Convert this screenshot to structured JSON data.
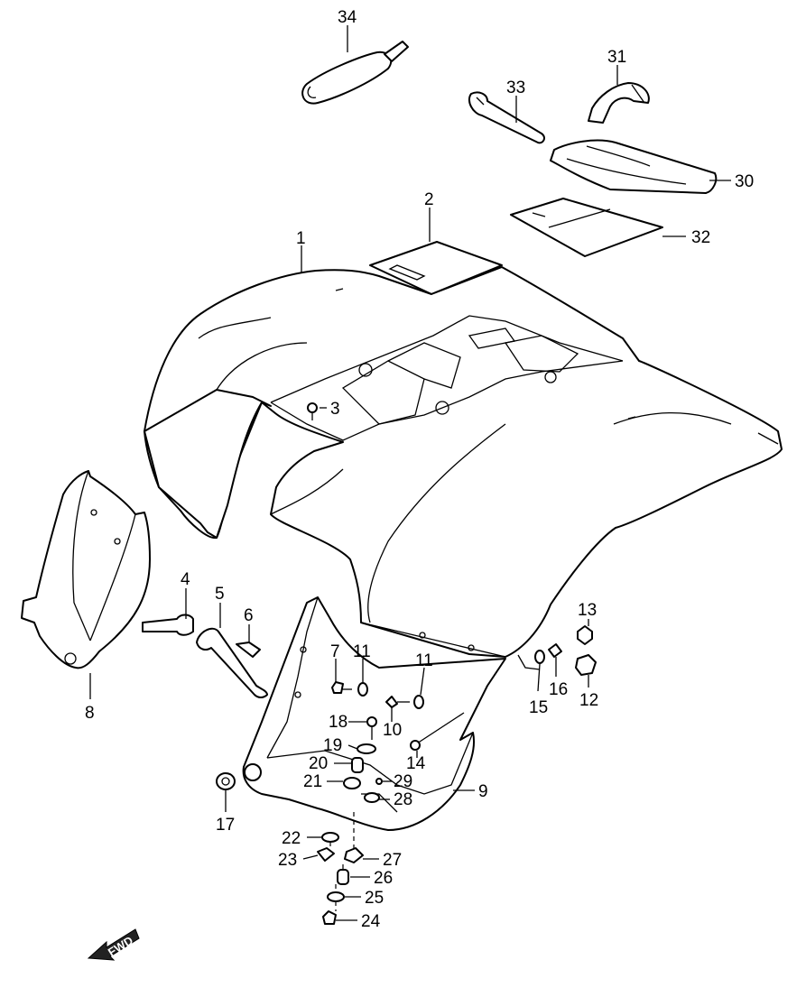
{
  "figure": {
    "labels": [
      {
        "id": "p34",
        "text": "34"
      },
      {
        "id": "p31",
        "text": "31"
      },
      {
        "id": "p33",
        "text": "33"
      },
      {
        "id": "p30",
        "text": "30"
      },
      {
        "id": "p2",
        "text": "2"
      },
      {
        "id": "p32",
        "text": "32"
      },
      {
        "id": "p1",
        "text": "1"
      },
      {
        "id": "p3",
        "text": "3"
      },
      {
        "id": "p4",
        "text": "4"
      },
      {
        "id": "p5",
        "text": "5"
      },
      {
        "id": "p6",
        "text": "6"
      },
      {
        "id": "p8",
        "text": "8"
      },
      {
        "id": "p13",
        "text": "13"
      },
      {
        "id": "p7",
        "text": "7"
      },
      {
        "id": "p11a",
        "text": "11"
      },
      {
        "id": "p11b",
        "text": "11"
      },
      {
        "id": "p16",
        "text": "16"
      },
      {
        "id": "p12",
        "text": "12"
      },
      {
        "id": "p15",
        "text": "15"
      },
      {
        "id": "p18",
        "text": "18"
      },
      {
        "id": "p10",
        "text": "10"
      },
      {
        "id": "p19",
        "text": "19"
      },
      {
        "id": "p14",
        "text": "14"
      },
      {
        "id": "p20",
        "text": "20"
      },
      {
        "id": "p21",
        "text": "21"
      },
      {
        "id": "p29",
        "text": "29"
      },
      {
        "id": "p9",
        "text": "9"
      },
      {
        "id": "p28",
        "text": "28"
      },
      {
        "id": "p17",
        "text": "17"
      },
      {
        "id": "p22",
        "text": "22"
      },
      {
        "id": "p23",
        "text": "23"
      },
      {
        "id": "p27",
        "text": "27"
      },
      {
        "id": "p26",
        "text": "26"
      },
      {
        "id": "p25",
        "text": "25"
      },
      {
        "id": "p24",
        "text": "24"
      }
    ],
    "direction_marker": "FWD"
  }
}
